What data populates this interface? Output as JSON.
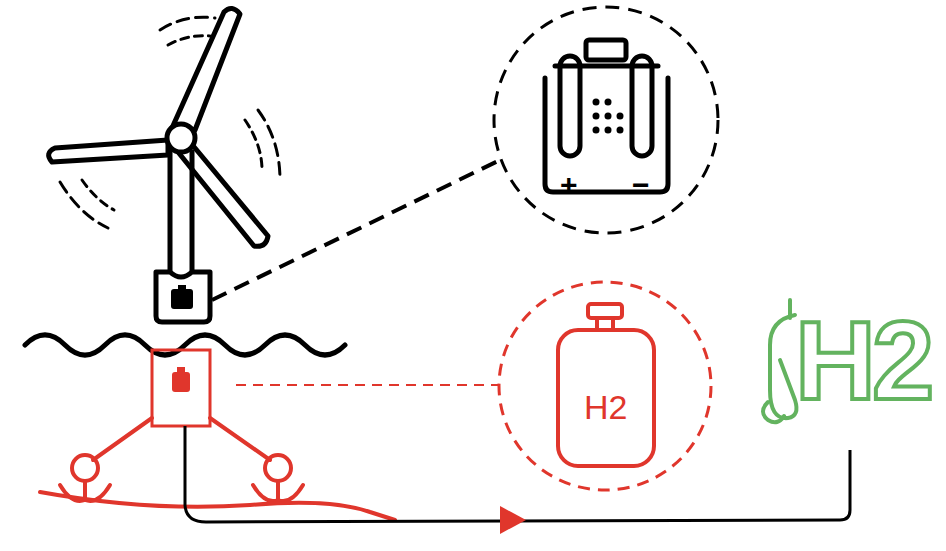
{
  "diagram": {
    "nodes": [
      {
        "text": [
          "+",
          "−"
        ]
      },
      {
        "text": [
          "H2"
        ]
      },
      {
        "text": [
          "H2"
        ]
      }
    ]
  }
}
